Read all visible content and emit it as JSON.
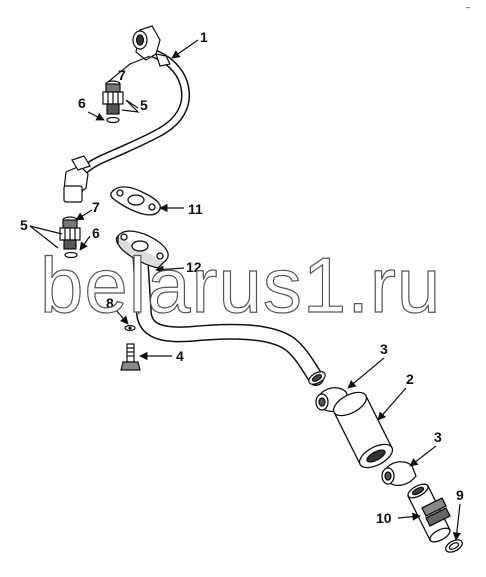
{
  "watermark": "belarus1.ru",
  "corner_mark": "‒",
  "callouts": [
    "1",
    "7",
    "6",
    "5",
    "11",
    "7",
    "5",
    "6",
    "12",
    "8",
    "4",
    "3",
    "2",
    "3",
    "9",
    "10"
  ]
}
